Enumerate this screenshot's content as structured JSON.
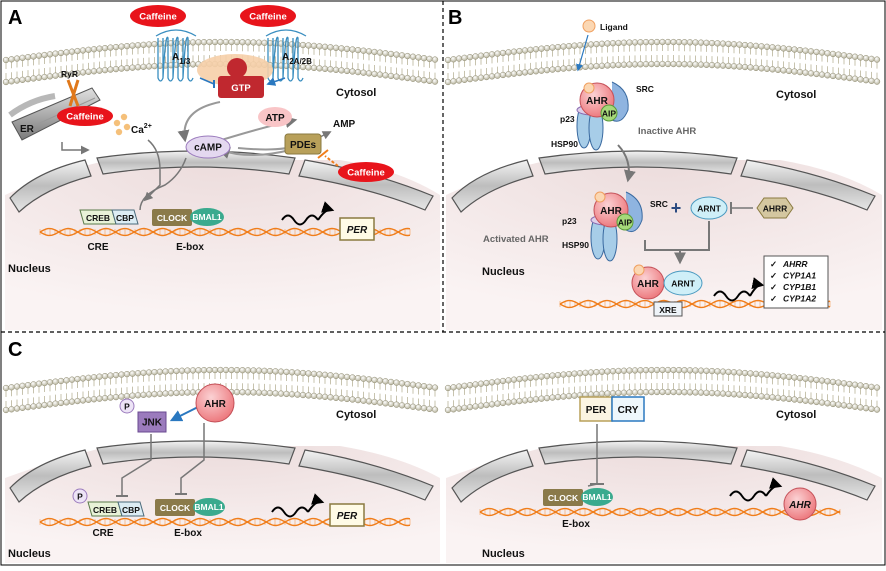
{
  "panels": {
    "a": {
      "letter": "A",
      "caffeine": "Caffeine",
      "receptor1_main": "A",
      "receptor1_sub": "1/3",
      "receptor2_main": "A",
      "receptor2_sub": "2A/2B",
      "gtp": "GTP",
      "cytosol": "Cytosol",
      "ryr": "RyR",
      "er": "ER",
      "ca_main": "Ca",
      "ca_sup": "2+",
      "camp": "cAMP",
      "atp": "ATP",
      "amp": "AMP",
      "pdes": "PDEs",
      "creb": "CREB",
      "cbp": "CBP",
      "clock": "CLOCK",
      "bmal1": "BMAL1",
      "cre": "CRE",
      "ebox": "E-box",
      "per": "PER",
      "nucleus": "Nucleus"
    },
    "b": {
      "letter": "B",
      "ligand": "Ligand",
      "cytosol": "Cytosol",
      "ahr": "AHR",
      "src": "SRC",
      "p23": "p23",
      "aip": "AIP",
      "hsp90": "HSP90",
      "inactive": "Inactive AHR",
      "activated": "Activated AHR",
      "plus": "+",
      "arnt": "ARNT",
      "ahrr": "AHRR",
      "nucleus": "Nucleus",
      "xre": "XRE",
      "genes": [
        "AHRR",
        "CYP1A1",
        "CYP1B1",
        "CYP1A2"
      ],
      "check": "✓"
    },
    "c": {
      "letter": "C",
      "p": "P",
      "jnk": "JNK",
      "ahr": "AHR",
      "cytosol": "Cytosol",
      "creb": "CREB",
      "cbp": "CBP",
      "clock": "CLOCK",
      "bmal1": "BMAL1",
      "cre": "CRE",
      "ebox": "E-box",
      "per": "PER",
      "nucleus": "Nucleus"
    },
    "d": {
      "per": "PER",
      "cry": "CRY",
      "cytosol": "Cytosol",
      "clock": "CLOCK",
      "bmal1": "BMAL1",
      "ebox": "E-box",
      "ahr": "AHR",
      "nucleus": "Nucleus"
    }
  },
  "colors": {
    "caffeine": "#e8141b",
    "gtp": "#c0282f",
    "pdes": "#b8a05a",
    "jnk": "#9b7bbd",
    "ahr": "#f08a8f",
    "arnt": "#cfeff8",
    "aip": "#a6d97a",
    "bmal1": "#3aaa8e",
    "clock": "#8a7a4a",
    "dna": "#f07d1a",
    "arrow_blue": "#2a78c0",
    "arrow_orange": "#f07d1a"
  }
}
